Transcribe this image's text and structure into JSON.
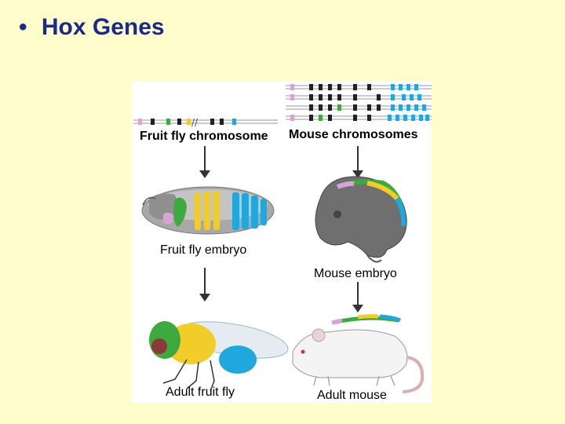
{
  "slide": {
    "bullet": "•",
    "title": "Hox Genes"
  },
  "labels": {
    "fly_chromosome": "Fruit fly chromosome",
    "mouse_chromosomes": "Mouse chromosomes",
    "fly_embryo": "Fruit fly embryo",
    "mouse_embryo": "Mouse embryo",
    "adult_fly": "Adult fruit fly",
    "adult_mouse": "Adult mouse"
  },
  "colors": {
    "background": "#fefdcb",
    "title": "#1a2a8a",
    "pink": "#d9a3d6",
    "green": "#3daa3f",
    "black": "#222222",
    "yellow": "#f2cd2a",
    "blue": "#1fa7de",
    "gray_body": "#8e8e8e"
  }
}
